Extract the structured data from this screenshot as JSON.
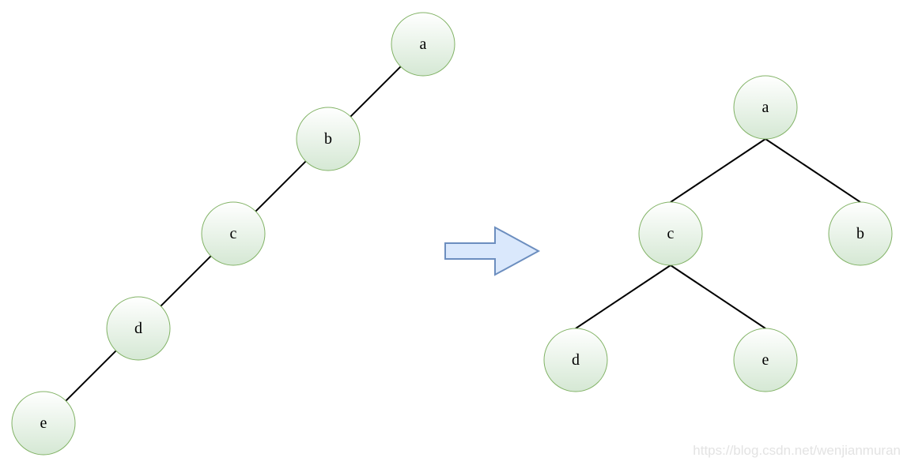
{
  "left_tree": {
    "nodes": [
      {
        "id": "a",
        "label": "a"
      },
      {
        "id": "b",
        "label": "b"
      },
      {
        "id": "c",
        "label": "c"
      },
      {
        "id": "d",
        "label": "d"
      },
      {
        "id": "e",
        "label": "e"
      }
    ],
    "edges": [
      [
        "a",
        "b"
      ],
      [
        "b",
        "c"
      ],
      [
        "c",
        "d"
      ],
      [
        "d",
        "e"
      ]
    ]
  },
  "right_tree": {
    "nodes": [
      {
        "id": "a",
        "label": "a"
      },
      {
        "id": "c",
        "label": "c"
      },
      {
        "id": "b",
        "label": "b"
      },
      {
        "id": "d",
        "label": "d"
      },
      {
        "id": "e",
        "label": "e"
      }
    ],
    "edges": [
      [
        "a",
        "c"
      ],
      [
        "a",
        "b"
      ],
      [
        "c",
        "d"
      ],
      [
        "c",
        "e"
      ]
    ]
  },
  "colors": {
    "node_fill_top": "#ffffff",
    "node_fill_bottom": "#d5e8d4",
    "node_stroke": "#82b366",
    "arrow_fill": "#dae8fc",
    "arrow_stroke": "#6c8ebf",
    "edge": "#000000"
  },
  "watermark": "https://blog.csdn.net/wenjianmuran"
}
